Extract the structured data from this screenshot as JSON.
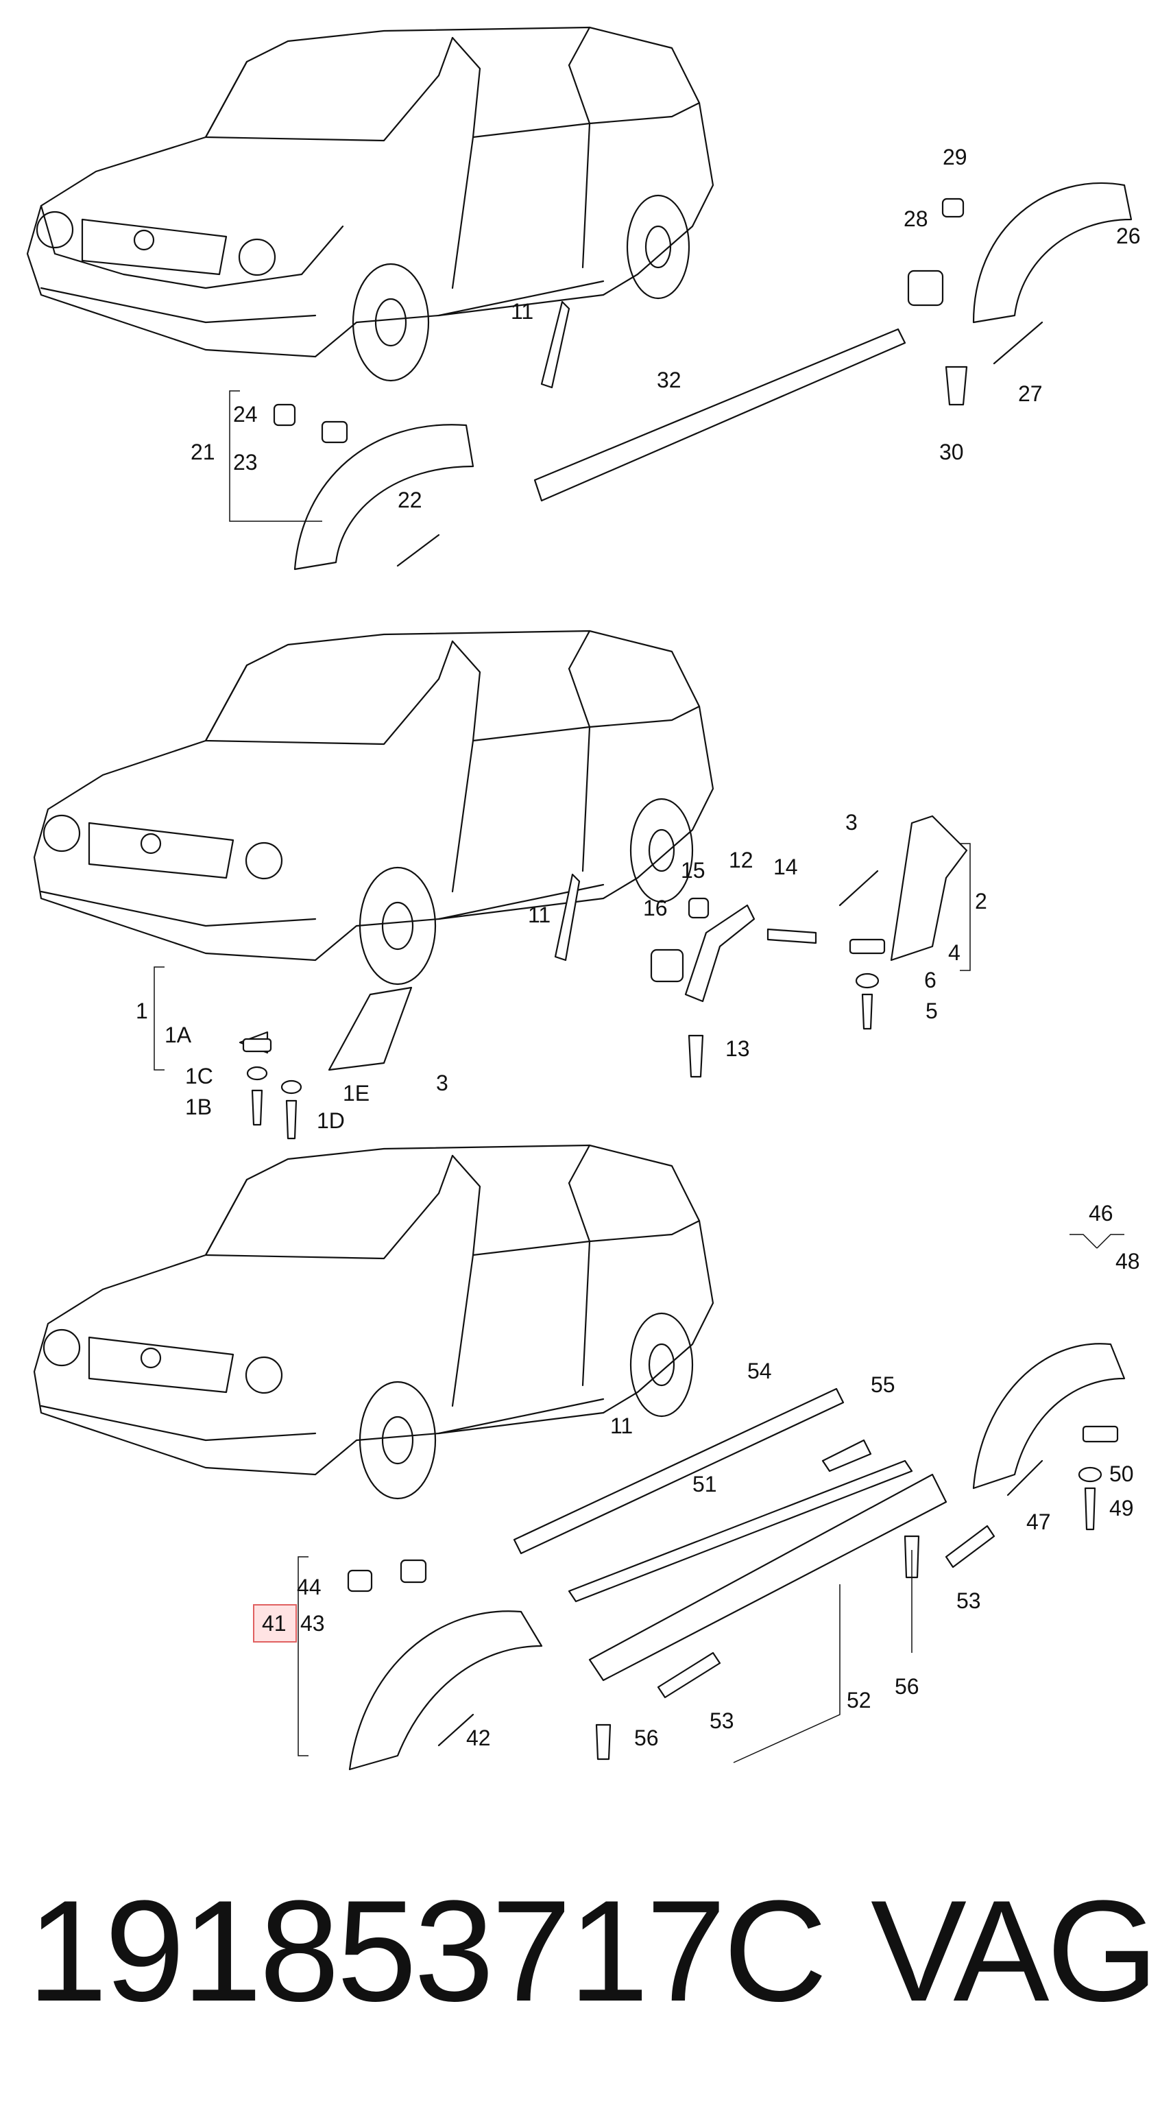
{
  "callouts": {
    "c29": "29",
    "c28": "28",
    "c26": "26",
    "c27": "27",
    "c30": "30",
    "c32": "32",
    "c11a": "11",
    "c24": "24",
    "c21": "21",
    "c23": "23",
    "c22": "22",
    "c3a": "3",
    "c2": "2",
    "c12": "12",
    "c14": "14",
    "c15": "15",
    "c16": "16",
    "c11b": "11",
    "c4": "4",
    "c6": "6",
    "c5": "5",
    "c13": "13",
    "c1": "1",
    "c1A": "1A",
    "c1C": "1C",
    "c1B": "1B",
    "c1E": "1E",
    "c1D": "1D",
    "c3b": "3",
    "c46": "46",
    "c48": "48",
    "c54": "54",
    "c55": "55",
    "c11c": "11",
    "c51": "51",
    "c50": "50",
    "c47": "47",
    "c49": "49",
    "c44": "44",
    "c41": "41",
    "c43": "43",
    "c53a": "53",
    "c56a": "56",
    "c52": "52",
    "c42": "42",
    "c56b": "56",
    "c53b": "53"
  },
  "highlight": {
    "label": "41",
    "color": "#e06060"
  },
  "footer": {
    "part_number": "191853717C",
    "brand": "VAG"
  }
}
